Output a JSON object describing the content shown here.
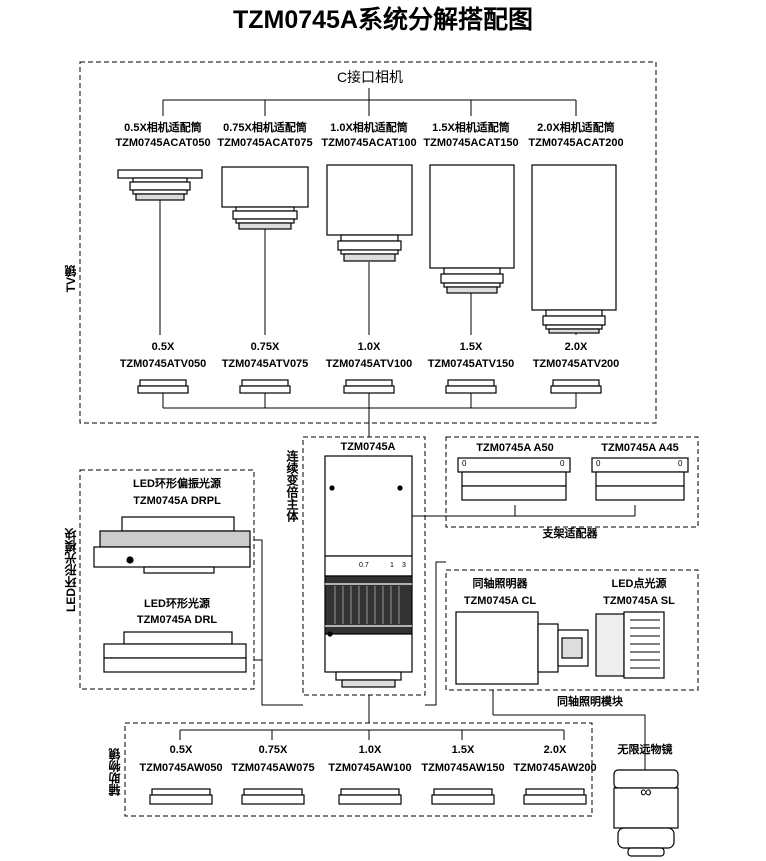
{
  "title": "TZM0745A系统分解搭配图",
  "camera": {
    "section_label": "C接口相机",
    "tv_label": "TV镜",
    "adapters": [
      {
        "name": "0.5X相机适配筒",
        "code": "TZM0745ACAT050"
      },
      {
        "name": "0.75X相机适配筒",
        "code": "TZM0745ACAT075"
      },
      {
        "name": "1.0X相机适配筒",
        "code": "TZM0745ACAT100"
      },
      {
        "name": "1.5X相机适配筒",
        "code": "TZM0745ACAT150"
      },
      {
        "name": "2.0X相机适配筒",
        "code": "TZM0745ACAT200"
      }
    ],
    "tv_lenses": [
      {
        "mag": "0.5X",
        "code": "TZM0745ATV050"
      },
      {
        "mag": "0.75X",
        "code": "TZM0745ATV075"
      },
      {
        "mag": "1.0X",
        "code": "TZM0745ATV100"
      },
      {
        "mag": "1.5X",
        "code": "TZM0745ATV150"
      },
      {
        "mag": "2.0X",
        "code": "TZM0745ATV200"
      }
    ]
  },
  "main_body": {
    "label": "连续变倍主体",
    "code": "TZM0745A",
    "scale_marks": [
      "0.7",
      "1",
      "3"
    ]
  },
  "bracket": {
    "label": "支架适配器",
    "items": [
      {
        "code": "TZM0745A A50",
        "marks": [
          "0",
          "0"
        ]
      },
      {
        "code": "TZM0745A A45",
        "marks": [
          "0",
          "0"
        ]
      }
    ]
  },
  "led_ring": {
    "label": "LED环形光模块",
    "items": [
      {
        "name": "LED环形偏振光源",
        "code": "TZM0745A DRPL"
      },
      {
        "name": "LED环形光源",
        "code": "TZM0745A DRL"
      }
    ]
  },
  "coaxial": {
    "label": "同轴照明模块",
    "items": [
      {
        "name": "同轴照明器",
        "code": "TZM0745A CL"
      },
      {
        "name": "LED点光源",
        "code": "TZM0745A SL"
      }
    ]
  },
  "aux": {
    "label": "辅助物镜",
    "items": [
      {
        "mag": "0.5X",
        "code": "TZM0745AW050"
      },
      {
        "mag": "0.75X",
        "code": "TZM0745AW075"
      },
      {
        "mag": "1.0X",
        "code": "TZM0745AW100"
      },
      {
        "mag": "1.5X",
        "code": "TZM0745AW150"
      },
      {
        "mag": "2.0X",
        "code": "TZM0745AW200"
      }
    ],
    "infinity_label": "无限远物镜",
    "infinity_symbol": "∞"
  }
}
